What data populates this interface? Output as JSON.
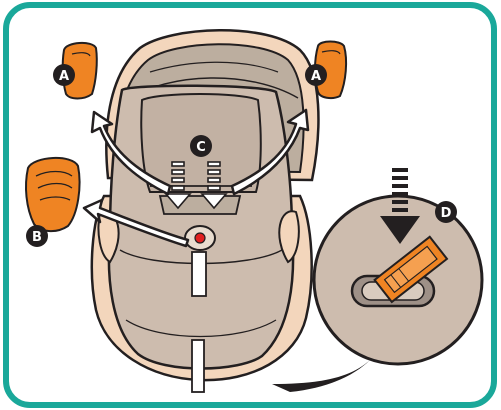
{
  "diagram": {
    "frame_color": "#1aa89a",
    "seat_color": "#cdbcae",
    "pad_color": "#ef8423",
    "outline_color": "#231f20",
    "labels": {
      "a_left": "A",
      "a_right": "A",
      "b": "B",
      "c": "C",
      "d": "D"
    }
  }
}
